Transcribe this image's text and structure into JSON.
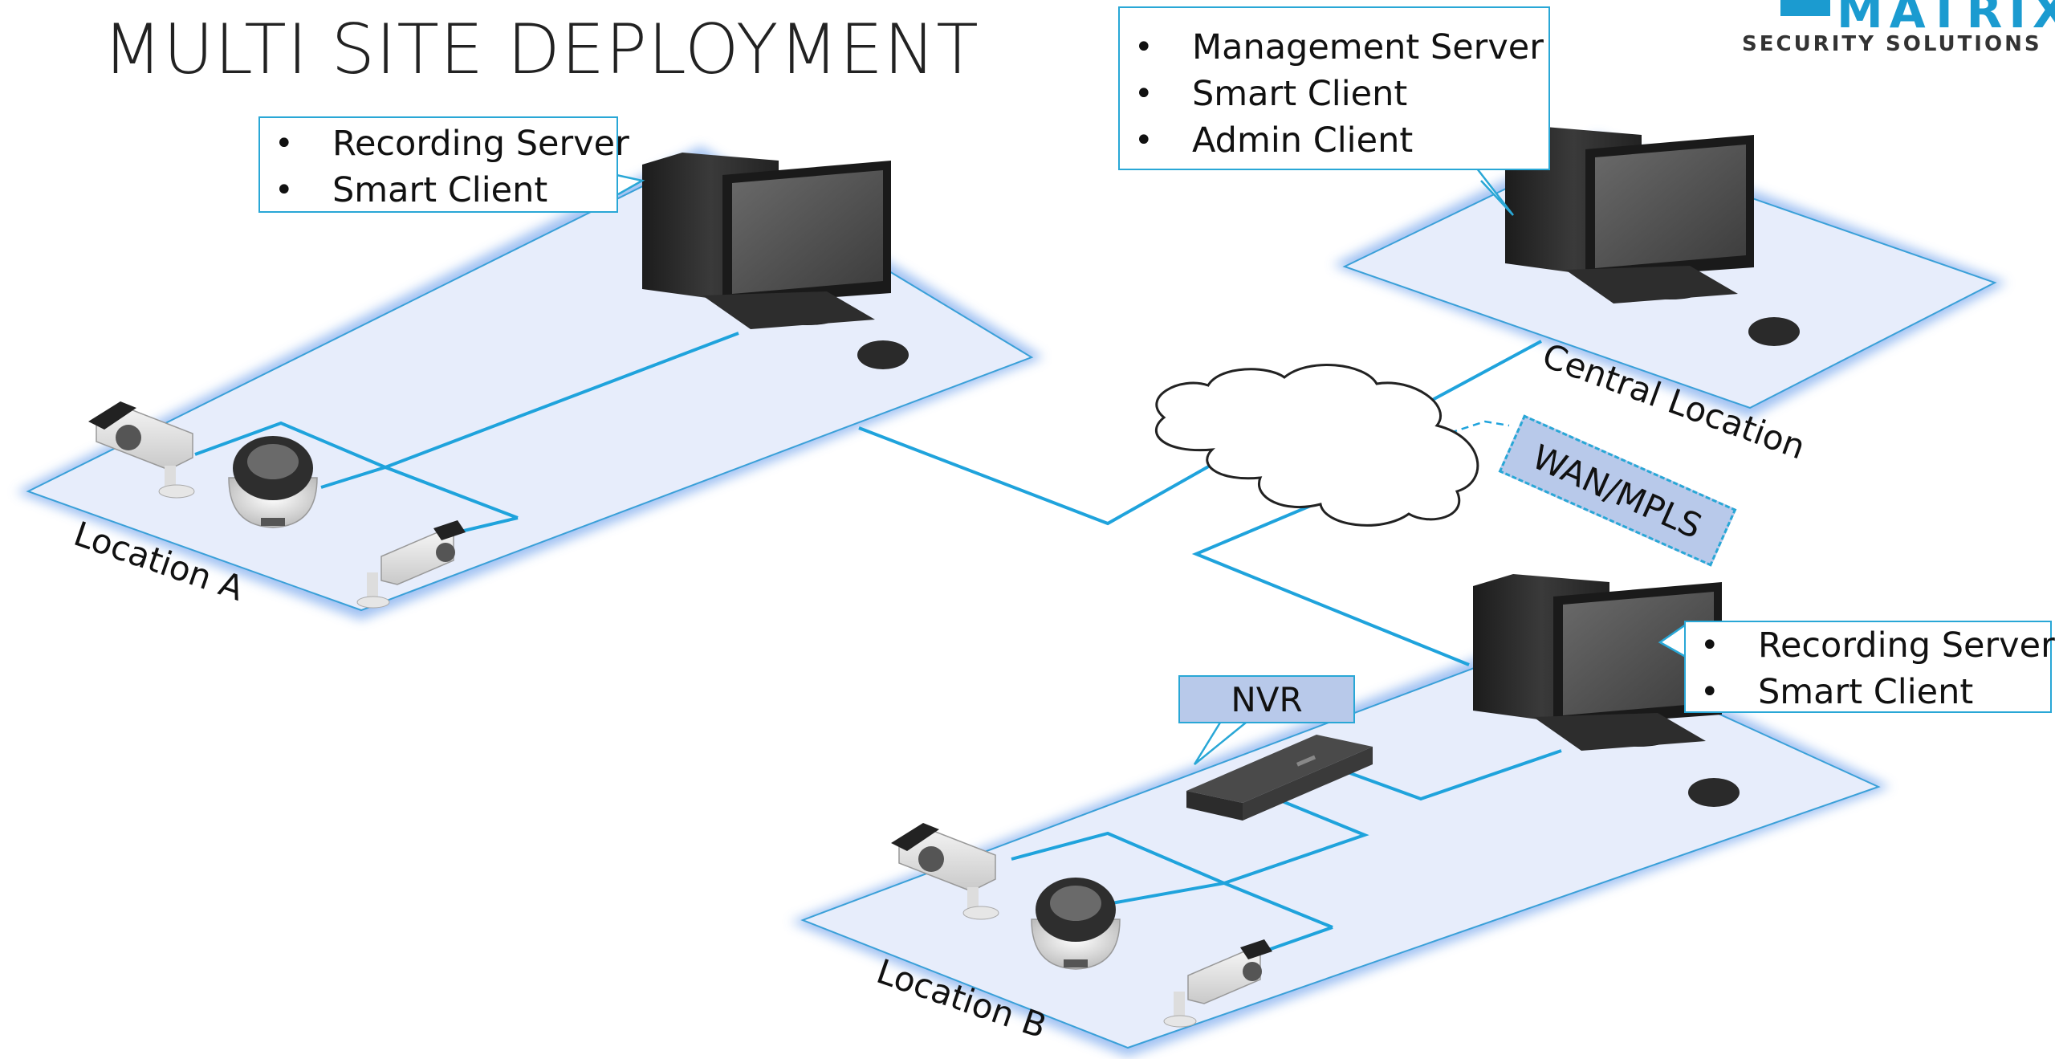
{
  "title": "MULTI SITE DEPLOYMENT",
  "logo": {
    "word": "MATRIX",
    "sub": "SECURITY SOLUTIONS"
  },
  "colors": {
    "link": "#29a7d6",
    "floor": "#e6ecfb",
    "floor_glow": "#8fb6f0",
    "tag_fill": "#b8c9ea",
    "device": "#2b2b2b"
  },
  "callout_a": {
    "items": [
      "Recording Server",
      "Smart Client"
    ]
  },
  "callout_central": {
    "items": [
      "Management Server",
      "Smart Client",
      "Admin Client"
    ]
  },
  "callout_b": {
    "items": [
      "Recording Server",
      "Smart Client"
    ]
  },
  "labels": {
    "location_a": "Location A",
    "location_b": "Location B",
    "central": "Central Location",
    "wan": "WAN/MPLS",
    "nvr": "NVR"
  }
}
